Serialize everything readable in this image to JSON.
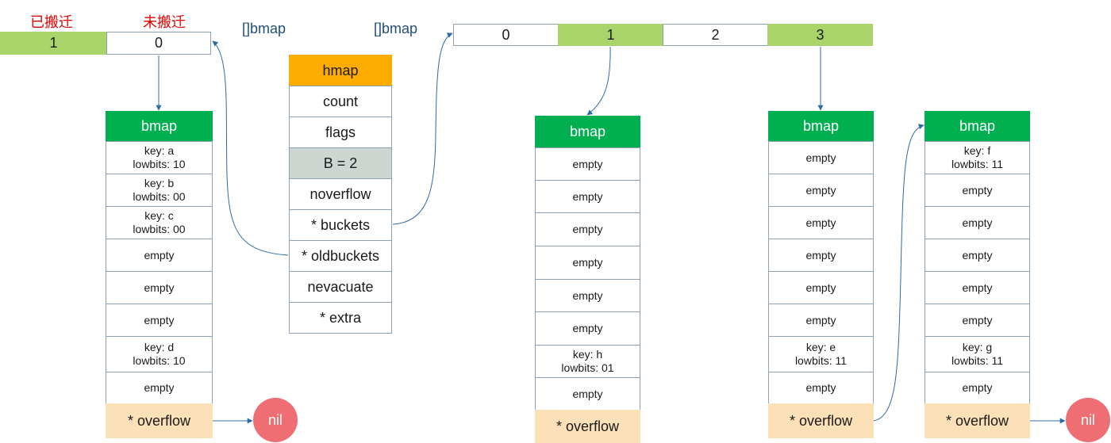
{
  "labels": {
    "migrated": "已搬迁",
    "not_migrated": "未搬迁",
    "old_array": "[]bmap",
    "new_array": "[]bmap"
  },
  "old_array": [
    "1",
    "0"
  ],
  "new_array": [
    "0",
    "1",
    "2",
    "3"
  ],
  "hmap": [
    "hmap",
    "count",
    "flags",
    "B = 2",
    "noverflow",
    "* buckets",
    "* oldbuckets",
    "nevacuate",
    "* extra"
  ],
  "nil": "nil",
  "buckets": [
    {
      "title": "bmap",
      "cells": [
        "key: a\nlowbits: 10",
        "key: b\nlowbits: 00",
        "key: c\nlowbits: 00",
        "empty",
        "empty",
        "empty",
        "key: d\nlowbits: 10",
        "empty"
      ],
      "overflow": "* overflow"
    },
    {
      "title": "bmap",
      "cells": [
        "empty",
        "empty",
        "empty",
        "empty",
        "empty",
        "empty",
        "key: h\nlowbits: 01",
        "empty"
      ],
      "overflow": "* overflow"
    },
    {
      "title": "bmap",
      "cells": [
        "empty",
        "empty",
        "empty",
        "empty",
        "empty",
        "empty",
        "key: e\nlowbits: 11",
        "empty"
      ],
      "overflow": "* overflow"
    },
    {
      "title": "bmap",
      "cells": [
        "key: f\nlowbits: 11",
        "empty",
        "empty",
        "empty",
        "empty",
        "empty",
        "key: g\nlowbits: 11",
        "empty"
      ],
      "overflow": "* overflow"
    }
  ],
  "colors": {
    "green_dark": "#00b050",
    "green_light": "#a9d46a",
    "orange": "#ffac00",
    "gray": "#cdd6d0",
    "peach": "#fbe0b8",
    "nil_red": "#ee6e73",
    "arrow": "#2e6ca4",
    "red_text": "#e00000",
    "blue_text": "#1f4e79"
  }
}
